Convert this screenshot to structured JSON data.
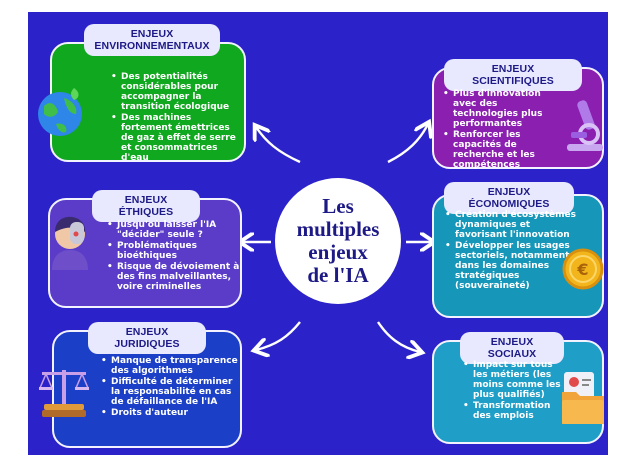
{
  "center_title": "Les\nmultiples\nenjeux\nde l'IA",
  "cards": {
    "env": {
      "title": "ENJEUX\nENVIRONNEMENTAUX",
      "items": [
        "Des potentialités considérables pour accompagner la transition écologique",
        "Des machines fortement émettrices de gaz à effet de serre et consommatrices d'eau"
      ]
    },
    "sci": {
      "title": "ENJEUX SCIENTIFIQUES",
      "items": [
        "Plus d'innovation avec des technologies plus performantes",
        "Renforcer les capacités de recherche et les compétences"
      ]
    },
    "eth": {
      "title": "ENJEUX ÉTHIQUES",
      "items": [
        "Jusqu'où laisser l'IA \"décider\" seule ?",
        "Problématiques bioéthiques",
        "Risque de dévoiement à des fins malveillantes, voire criminelles"
      ]
    },
    "eco": {
      "title": "ENJEUX ÉCONOMIQUES",
      "items": [
        "Création d'écosystèmes dynamiques et favorisant l'innovation",
        "Développer les usages sectoriels, notamment dans les domaines stratégiques (souveraineté)"
      ]
    },
    "jur": {
      "title": "ENJEUX JURIDIQUES",
      "items": [
        "Manque de transparence des algorithmes",
        "Difficulté de déterminer la responsabilité en cas de défaillance de l'IA",
        "Droits d'auteur"
      ]
    },
    "soc": {
      "title": "ENJEUX SOCIAUX",
      "items": [
        "Impact sur tous les métiers (les moins comme les plus qualifiés)",
        "Transformation des emplois"
      ]
    }
  },
  "colors": {
    "background": "#2b23c9",
    "env": "#10a81e",
    "sci": "#8a1fb0",
    "eth": "#5a3cc8",
    "eco": "#1696b8",
    "jur": "#1c3fc8",
    "soc": "#1f9fc8",
    "header_bg": "#e8e8ff",
    "header_text": "#1d1a86"
  },
  "icons": [
    "globe-icon",
    "microscope-icon",
    "ai-face-icon",
    "euro-coin-icon",
    "scales-of-justice-icon",
    "folder-profile-icon"
  ]
}
